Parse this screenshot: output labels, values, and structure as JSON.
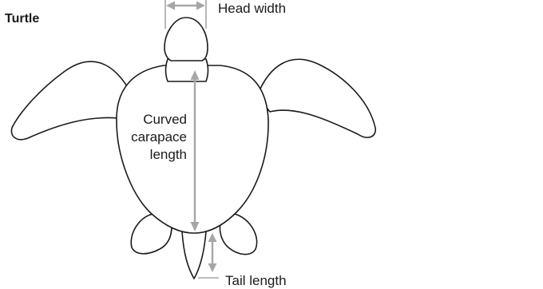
{
  "title": "Turtle",
  "labels": {
    "head_width": "Head width",
    "carapace_line1": "Curved",
    "carapace_line2": "carapace",
    "carapace_line3": "length",
    "tail_length": "Tail length"
  },
  "colors": {
    "outline": "#1a1a1a",
    "measurement": "#a6a6a6",
    "background": "#ffffff"
  }
}
